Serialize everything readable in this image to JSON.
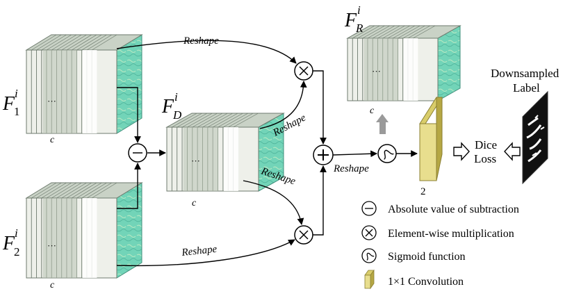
{
  "features": {
    "f1": {
      "base": "F",
      "sub": "1",
      "sup": "i",
      "channel_label": "c"
    },
    "f2": {
      "base": "F",
      "sub": "2",
      "sup": "i",
      "channel_label": "c"
    },
    "fd": {
      "base": "F",
      "sub": "D",
      "sup": "i",
      "channel_label": "c"
    },
    "fr": {
      "base": "F",
      "sub": "R",
      "sup": "i",
      "channel_label": "c"
    }
  },
  "dots": "···",
  "edge_labels": {
    "top": "Reshape",
    "fd_to_mult": "Reshape",
    "fd_to_mult2": "Reshape",
    "bottom": "Reshape",
    "after_sum": "Reshape"
  },
  "conv_channels": "2",
  "downsampled_label": {
    "line1": "Downsampled",
    "line2": "Label"
  },
  "dice_loss": {
    "line1": "Dice",
    "line2": "Loss"
  },
  "legend": [
    {
      "symbol": "minus-circle",
      "text": "Absolute value of subtraction"
    },
    {
      "symbol": "times-circle",
      "text": "Element-wise multiplication"
    },
    {
      "symbol": "sigmoid-circle",
      "text": "Sigmoid function"
    },
    {
      "symbol": "conv-block",
      "text": "1×1 Convolution"
    }
  ],
  "colors": {
    "feature_face": "#6fd3b6",
    "slice_fill": "#d8ddd3",
    "slice_stroke": "#6d7a6d",
    "conv_face": "#e7dc8a",
    "conv_side": "#b8a94a",
    "gray_arrow": "#999999"
  }
}
